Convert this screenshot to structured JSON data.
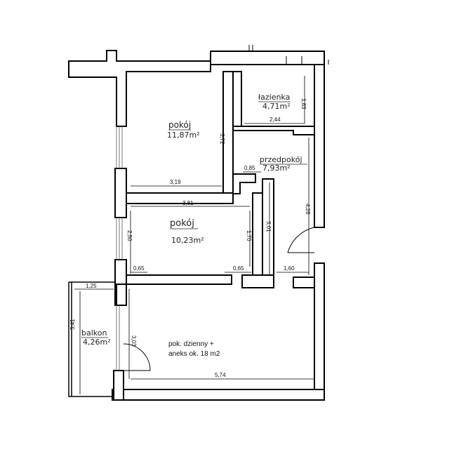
{
  "rooms": {
    "pokoj1": {
      "name": "pokój",
      "area": "11,87m²"
    },
    "lazienka": {
      "name": "łazienka",
      "area": "4,71m²"
    },
    "przedpokoj": {
      "name": "przedpokój",
      "area": "7,93m²"
    },
    "pokoj2": {
      "name": "pokój",
      "area": "10,23m²"
    },
    "balkon": {
      "name": "balkon",
      "area": "4,26m²"
    },
    "dzienny": {
      "line1": "pok. dzienny +",
      "line2": "aneks ok. 18 m2"
    }
  },
  "dimensions": {
    "d_372": "3,72",
    "d_319": "3,19",
    "d_183": "1,83",
    "d_244": "2,44",
    "d_085": "0,85",
    "d_381": "3,81",
    "d_250": "2,50",
    "d_170": "1,70",
    "d_301": "3,01",
    "d_428": "4,28",
    "d_065a": "0,65",
    "d_065b": "0,65",
    "d_160": "1,60",
    "d_125": "1,25",
    "d_341": "3,41",
    "d_303": "3,03",
    "d_574": "5,74"
  }
}
